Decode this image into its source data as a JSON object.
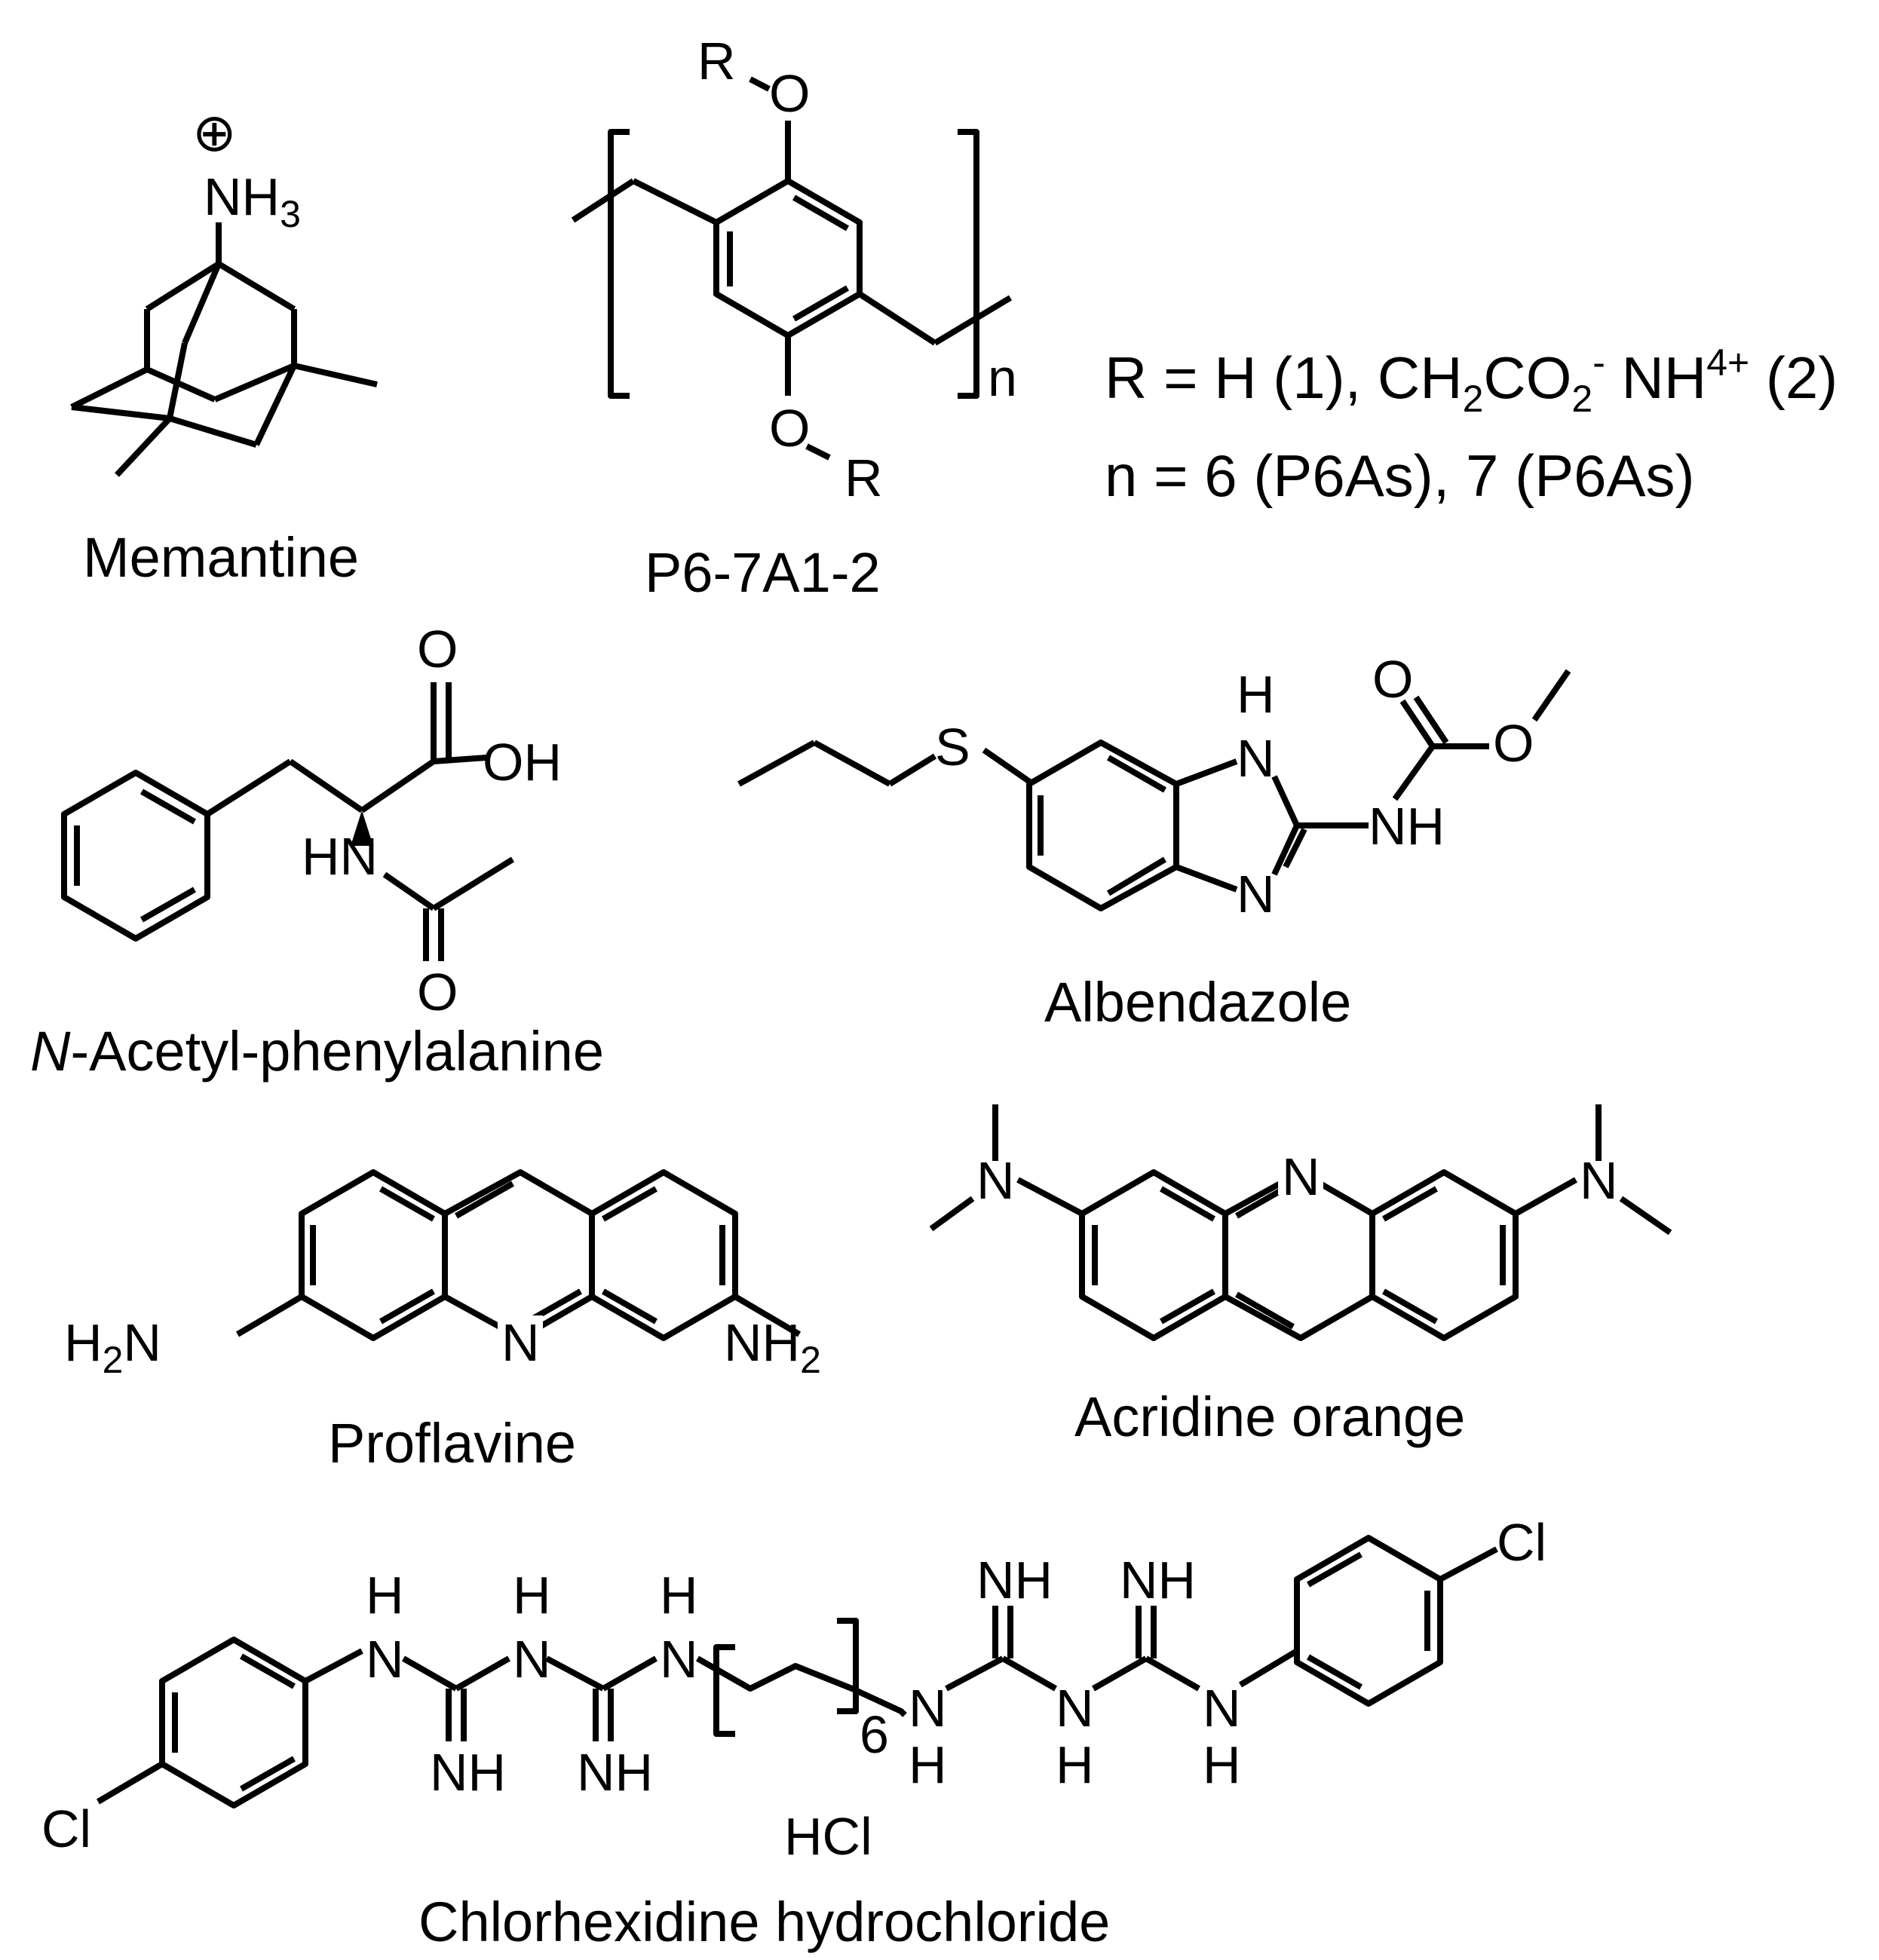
{
  "colors": {
    "ink": "#000000",
    "background": "#ffffff"
  },
  "memantine": {
    "name": "Memantine",
    "charge": "⊕",
    "amine": "NH",
    "amine_sub": "3"
  },
  "pillararene": {
    "name": "P6-7A1-2",
    "R_top": "R",
    "O_top": "O",
    "R_bottom": "R",
    "O_bottom": "O",
    "repeat": "n",
    "legend_line1": [
      "R = H (1), CH",
      "2",
      "CO",
      "2",
      "-",
      " NH",
      "4",
      "+",
      " (2)"
    ],
    "legend_line2": "n = 6 (P6As), 7 (P6As)"
  },
  "acetylphe": {
    "name_italic": "N",
    "name_rest": "-Acetyl-phenylalanine",
    "O_acid": "O",
    "OH": "OH",
    "HN": "HN",
    "O_amide": "O"
  },
  "albendazole": {
    "name": "Albendazole",
    "S": "S",
    "H": "H",
    "N1": "N",
    "N2": "N",
    "NH": "NH",
    "O_carbonyl": "O",
    "O_ester": "O"
  },
  "proflavine": {
    "name": "Proflavine",
    "N": "N",
    "H2N": [
      "H",
      "2",
      "N"
    ],
    "NH2": [
      "NH",
      "2"
    ]
  },
  "acridine_orange": {
    "name": "Acridine orange",
    "N_ring": "N",
    "N_left": "N",
    "N_right": "N"
  },
  "chlorhexidine": {
    "name": "Chlorhexidine hydrochloride",
    "Cl": "Cl",
    "H": "H",
    "N": "N",
    "NH": "NH",
    "repeat": "6",
    "salt": "HCl"
  }
}
